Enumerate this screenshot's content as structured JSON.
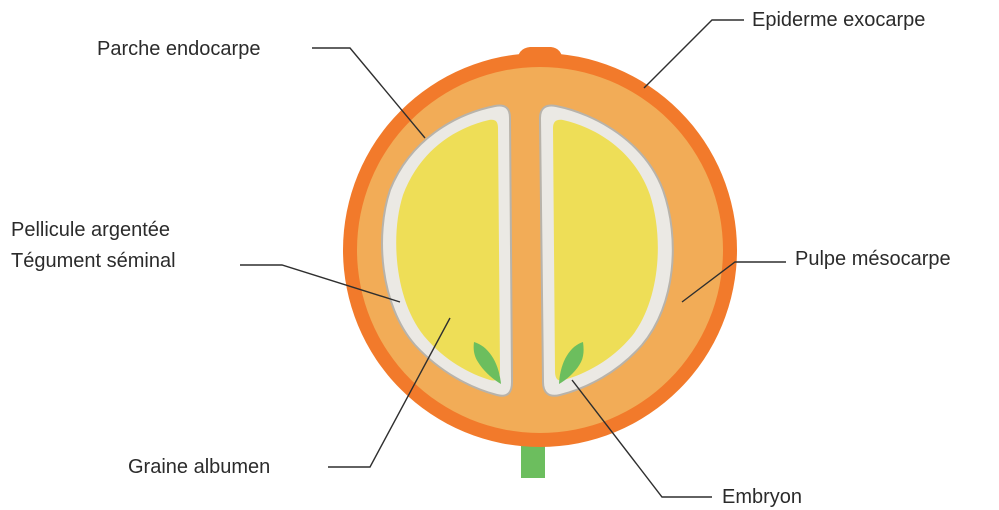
{
  "labels": {
    "parche_endocarpe": "Parche endocarpe",
    "epiderme_exocarpe": "Epiderme exocarpe",
    "pellicule_argentee": "Pellicule argentée",
    "tegument_seminal": "Tégument séminal",
    "pulpe_mesocarpe": "Pulpe mésocarpe",
    "graine_albumen": "Graine albumen",
    "embryon": "Embryon"
  },
  "colors": {
    "exocarp": "#f27a2b",
    "mesocarp": "#f2ac57",
    "parchment": "#ebe9e4",
    "parchment_outline": "#b8b3aa",
    "endosperm": "#eede57",
    "embryo": "#6cbe5e",
    "stem": "#6cbe5e",
    "text": "#2b2b2b",
    "leader": "#2f2f2f"
  }
}
